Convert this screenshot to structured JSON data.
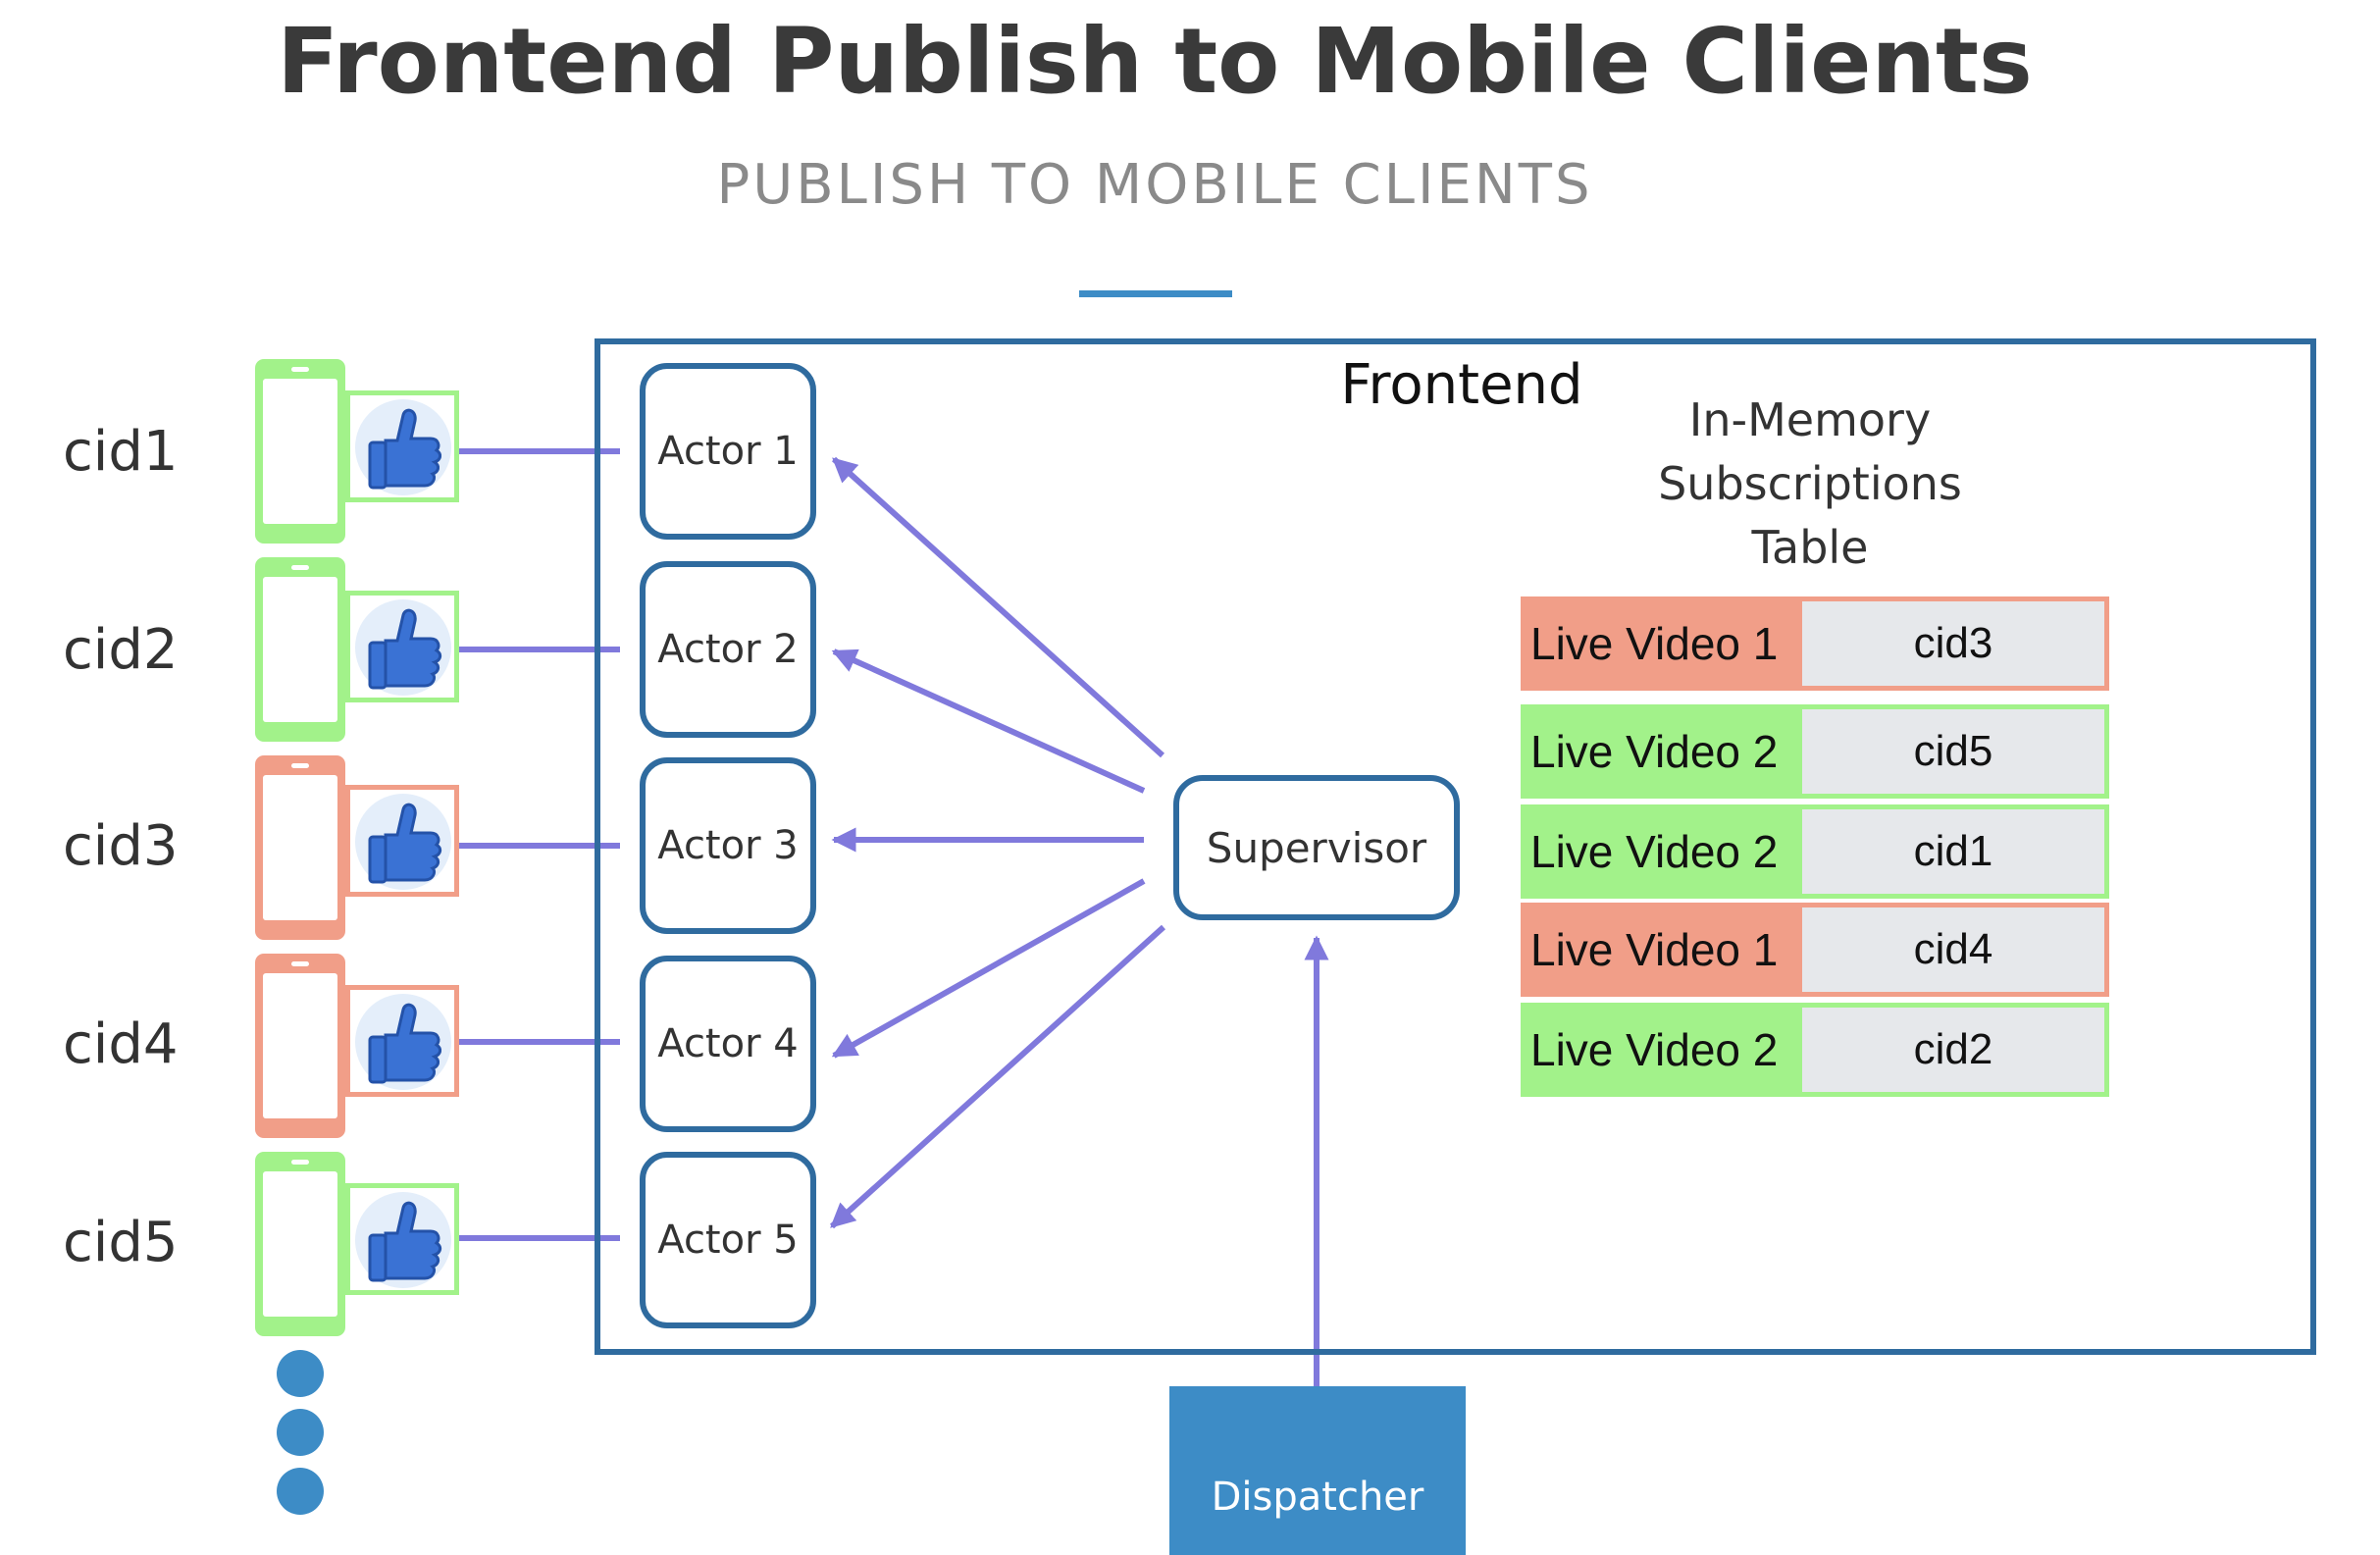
{
  "title": "Frontend Publish to Mobile Clients",
  "subtitle": "PUBLISH TO MOBILE CLIENTS",
  "colors": {
    "frame": "#2f6b9f",
    "arrow": "#8079dc",
    "accent": "#3d8cc6",
    "green": "#a2f28a",
    "red": "#f19e88"
  },
  "clients": [
    {
      "id": "cid1",
      "color": "green",
      "icon": "thumbs-up-icon"
    },
    {
      "id": "cid2",
      "color": "green",
      "icon": "thumbs-up-icon"
    },
    {
      "id": "cid3",
      "color": "red",
      "icon": "thumbs-up-icon"
    },
    {
      "id": "cid4",
      "color": "red",
      "icon": "thumbs-up-icon"
    },
    {
      "id": "cid5",
      "color": "green",
      "icon": "thumbs-up-icon"
    }
  ],
  "frontend": {
    "label": "Frontend",
    "actors": [
      "Actor 1",
      "Actor 2",
      "Actor 3",
      "Actor 4",
      "Actor 5"
    ],
    "supervisor": "Supervisor"
  },
  "dispatcher": "Dispatcher",
  "subscriptions": {
    "title_lines": [
      "In-Memory",
      "Subscriptions",
      "Table"
    ],
    "rows": [
      {
        "video": "Live Video 1",
        "cid": "cid3",
        "color": "red"
      },
      {
        "video": "Live Video 2",
        "cid": "cid5",
        "color": "green"
      },
      {
        "video": "Live Video 2",
        "cid": "cid1",
        "color": "green"
      },
      {
        "video": "Live Video 1",
        "cid": "cid4",
        "color": "red"
      },
      {
        "video": "Live Video 2",
        "cid": "cid2",
        "color": "green"
      }
    ]
  }
}
